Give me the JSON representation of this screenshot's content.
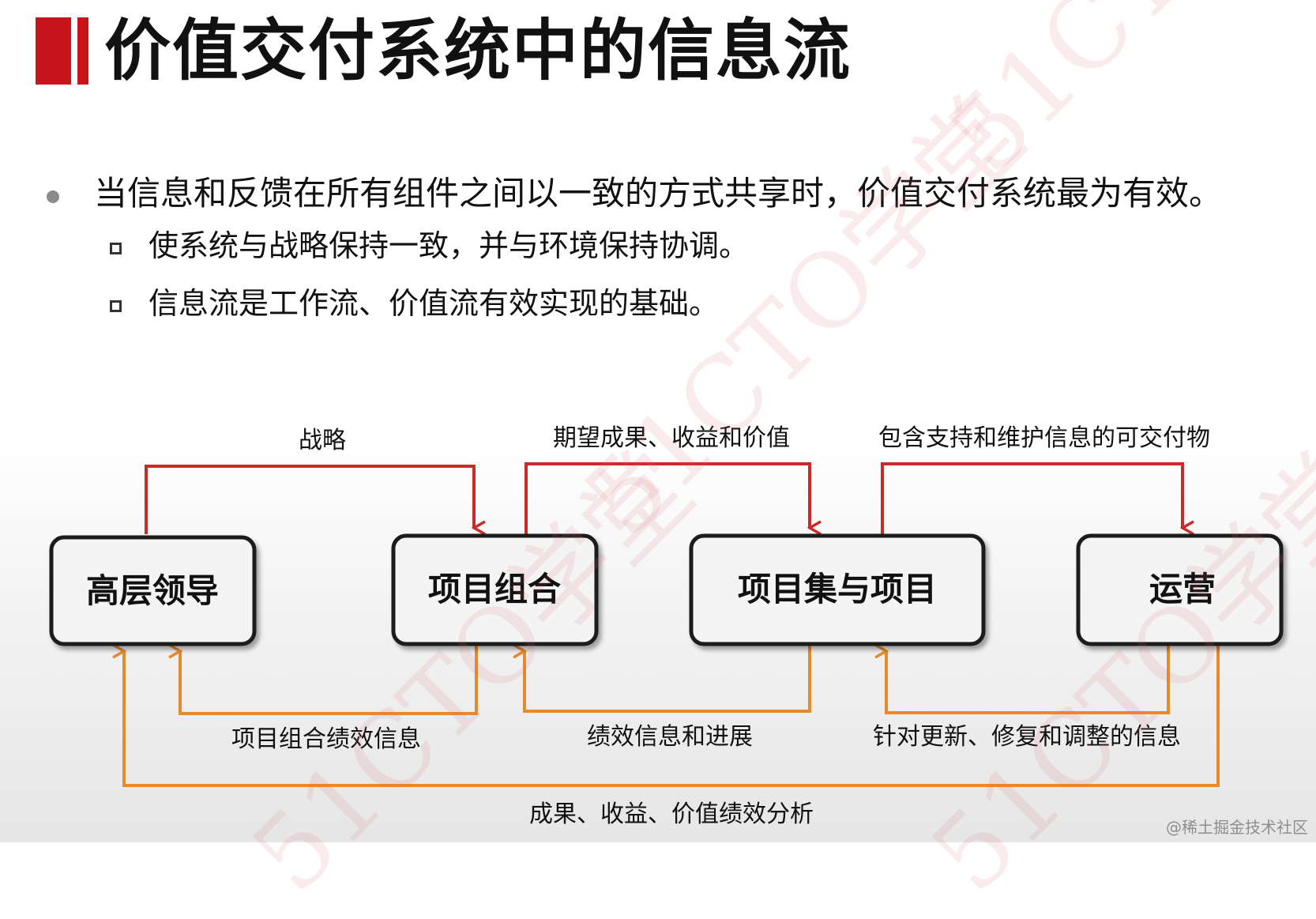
{
  "title": "价值交付系统中的信息流",
  "bullets": {
    "main": "当信息和反馈在所有组件之间以一致的方式共享时，价值交付系统最为有效。",
    "subs": [
      "使系统与战略保持一致，并与环境保持协调。",
      "信息流是工作流、价值流有效实现的基础。"
    ]
  },
  "diagram": {
    "nodes": {
      "leadership": "高层领导",
      "portfolio": "项目组合",
      "programs": "项目集与项目",
      "operations": "运营"
    },
    "top_flows": {
      "strategy": "战略",
      "expected": "期望成果、收益和价值",
      "deliverables": "包含支持和维护信息的可交付物"
    },
    "bottom_flows": {
      "portfolio_perf": "项目组合绩效信息",
      "progress": "绩效信息和进展",
      "updates": "针对更新、修复和调整的信息",
      "outcomes": "成果、收益、价值绩效分析"
    },
    "colors": {
      "downstream": "#cc2a2a",
      "feedback": "#e8892b",
      "accent": "#c8141b"
    }
  },
  "watermark": "51CTO学堂",
  "footer": "@稀土掘金技术社区"
}
